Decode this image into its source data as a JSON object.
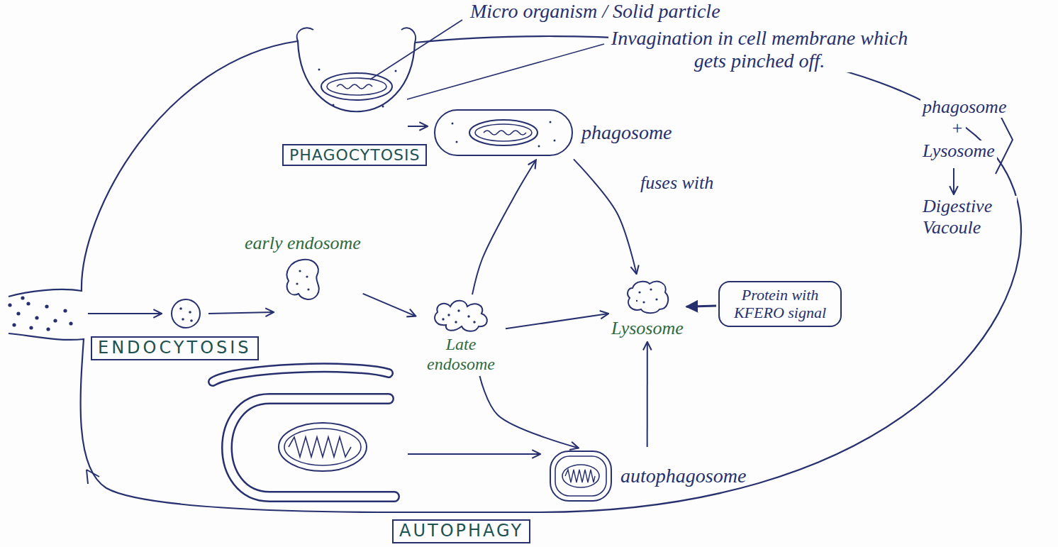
{
  "diagram": {
    "nodes": [
      {
        "text": [
          "PHAGOCYTOSIS"
        ]
      },
      {
        "text": [
          "phagosome"
        ]
      },
      {
        "text": [
          "early endosome"
        ]
      },
      {
        "text": [
          "Late endosome"
        ]
      },
      {
        "text": [
          "Lysosome"
        ]
      },
      {
        "text": [
          "Protein with KFERO signal"
        ]
      },
      {
        "text": [
          "ENDOCYTOSIS"
        ]
      },
      {
        "text": [
          "autophagosome"
        ]
      },
      {
        "text": [
          "AUTOPHAGY"
        ]
      }
    ],
    "edges": [
      {
        "from": 1,
        "to": 4,
        "label": "fuses with",
        "arrow": "to"
      },
      {
        "from": 2,
        "to": 3,
        "arrow": "to"
      },
      {
        "from": 3,
        "to": 4,
        "arrow": "to"
      },
      {
        "from": 3,
        "to": 1,
        "arrow": "to"
      },
      {
        "from": 3,
        "to": 7,
        "arrow": "to"
      },
      {
        "from": 7,
        "to": 4,
        "arrow": "to"
      },
      {
        "from": 5,
        "to": 4,
        "arrow": "to"
      }
    ],
    "labels": [
      "Micro organism / Solid particle",
      "Invagination in cell membrane which gets pinched off.",
      "phagosome",
      "+",
      "Lysosome",
      "Digestive Vacoule"
    ]
  }
}
